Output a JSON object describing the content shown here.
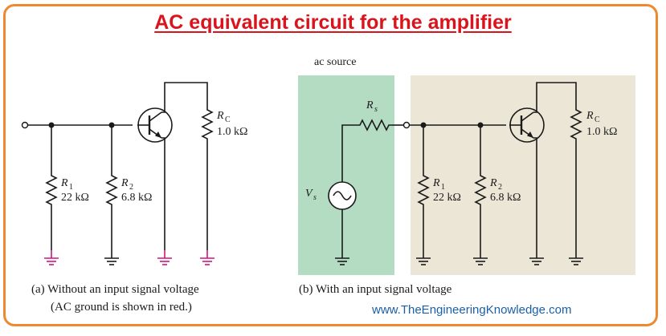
{
  "title": "AC equivalent circuit for the amplifier",
  "website": "www.TheEngineeringKnowledge.com",
  "colors": {
    "frame_border": "#ee8a2e",
    "title": "#d9141c",
    "ac_ground": "#d4147a",
    "source_panel": "#b3dcc3",
    "amplifier_panel": "#ece6d6"
  },
  "left_circuit": {
    "r1_label": "R",
    "r1_sub": "1",
    "r1_value": "22 kΩ",
    "r2_label": "R",
    "r2_sub": "2",
    "r2_value": "6.8 kΩ",
    "rc_label": "R",
    "rc_sub": "C",
    "rc_value": "1.0 kΩ",
    "caption_line1": "(a) Without an input signal voltage",
    "caption_line2": "(AC ground is shown in red.)"
  },
  "right_circuit": {
    "source_heading": "ac source",
    "rs_label": "R",
    "rs_sub": "s",
    "vs_label": "V",
    "vs_sub": "s",
    "r1_label": "R",
    "r1_sub": "1",
    "r1_value": "22 kΩ",
    "r2_label": "R",
    "r2_sub": "2",
    "r2_value": "6.8 kΩ",
    "rc_label": "R",
    "rc_sub": "C",
    "rc_value": "1.0 kΩ",
    "caption": "(b) With an input signal voltage"
  }
}
